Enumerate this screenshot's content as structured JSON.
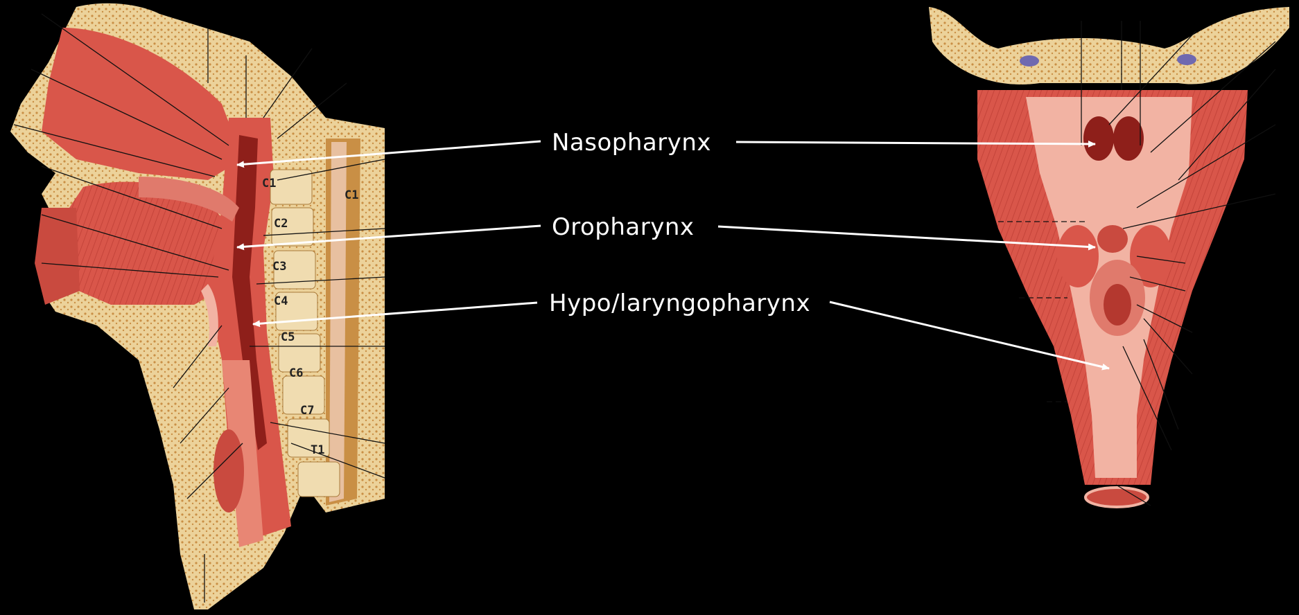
{
  "labels": {
    "nasopharynx": "Nasopharynx",
    "oropharynx": "Oropharynx",
    "hypopharynx": "Hypo/laryngopharynx"
  },
  "vertebrae": [
    "C1",
    "C2",
    "C3",
    "C4",
    "C5",
    "C6",
    "C7",
    "T1"
  ],
  "vertebra_posterior": "C1",
  "colors": {
    "background": "#000000",
    "muscle": "#d9564a",
    "muscle_dark": "#b4382f",
    "bone": "#e8c98a",
    "bone_spongy": "#d9a960",
    "mucosa": "#f2b3a3",
    "cavity": "#8e1f1a",
    "arrow": "#ffffff"
  }
}
